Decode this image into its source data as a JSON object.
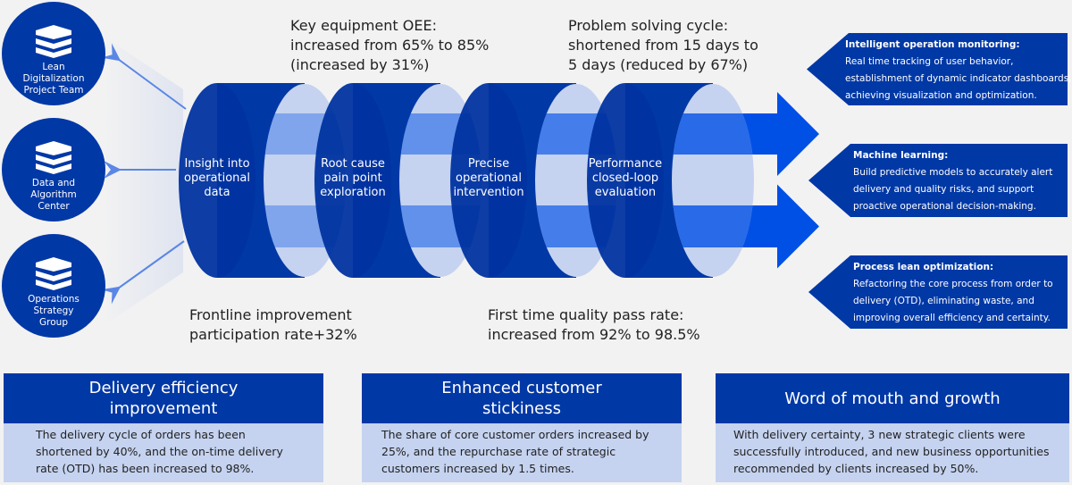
{
  "colors": {
    "dark_blue": "#0038a6",
    "bright_blue": "#0050e6",
    "light_blue": "#c5d3f0",
    "background": "#f2f2f2"
  },
  "teams": [
    {
      "icon": "layers-icon",
      "label": [
        "Lean",
        "Digitalization",
        "Project Team"
      ]
    },
    {
      "icon": "layers-icon",
      "label": [
        "Data and",
        "Algorithm",
        "Center"
      ]
    },
    {
      "icon": "layers-icon",
      "label": [
        "Operations",
        "Strategy",
        "Group"
      ]
    }
  ],
  "stages": [
    {
      "label": "Insight into operational data"
    },
    {
      "label": "Root cause pain point exploration"
    },
    {
      "label": "Precise operational intervention"
    },
    {
      "label": "Performance closed-loop evaluation"
    }
  ],
  "metrics": {
    "oee": [
      "Key equipment OEE:",
      "increased from 65% to 85%",
      "(increased by 31%)"
    ],
    "cycle": [
      "Problem solving cycle:",
      "shortened from 15 days to",
      "5 days (reduced by 67%)"
    ],
    "frontline": [
      "Frontline improvement",
      "participation rate+32%"
    ],
    "quality": [
      "First time quality pass rate:",
      "increased from 92% to 98.5%"
    ]
  },
  "capabilities": [
    {
      "title": "Intelligent operation monitoring:",
      "lines": [
        "Real time tracking of user behavior,",
        "establishment of dynamic indicator dashboards,",
        "achieving visualization and optimization."
      ]
    },
    {
      "title": "Machine learning:",
      "lines": [
        "Build predictive models to accurately alert",
        "delivery and quality risks, and support",
        "proactive operational decision-making."
      ]
    },
    {
      "title": "Process lean optimization:",
      "lines": [
        "Refactoring the core process from order to",
        "delivery (OTD), eliminating waste, and",
        "improving overall efficiency and certainty."
      ]
    }
  ],
  "outcomes": [
    {
      "title": [
        "Delivery efficiency",
        "improvement"
      ],
      "lines": [
        "The delivery cycle of orders has been",
        "shortened by 40%, and the on-time delivery",
        "rate (OTD) has been increased to 98%."
      ]
    },
    {
      "title": [
        "Enhanced customer",
        "stickiness"
      ],
      "lines": [
        "The share of core customer orders increased by",
        "25%, and the repurchase rate of strategic",
        "customers increased by 1.5 times."
      ]
    },
    {
      "title": [
        "Word of mouth and growth"
      ],
      "lines": [
        "With delivery certainty, 3 new strategic clients were",
        "successfully introduced, and new business opportunities",
        "recommended by clients increased by 50%."
      ]
    }
  ]
}
